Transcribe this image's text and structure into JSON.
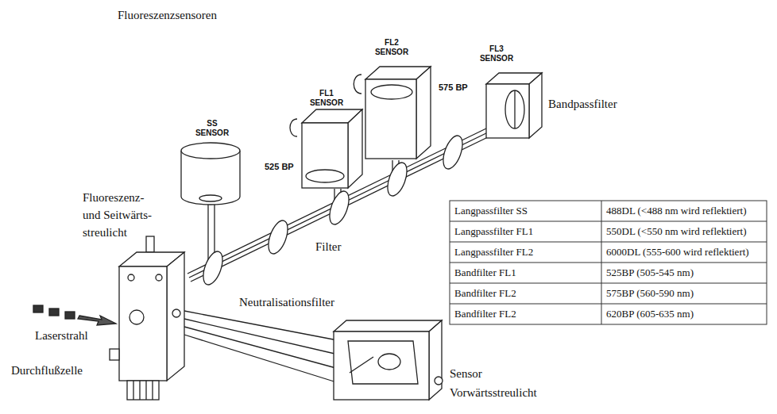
{
  "diagram": {
    "labels": [
      "Fluoreszenzsensoren",
      "FL2 SENSOR",
      "FL3 SENSOR",
      "FL1 SENSOR",
      "575 BP",
      "Bandpassfilter",
      "SS SENSOR",
      "525 BP",
      "Fluoreszenz- und Seitwärts- streulicht",
      "Filter",
      "Langpassfilter SS",
      "488DL (<488 nm wird reflektiert)",
      "Langpassfilter FL1",
      "550DL (<550 nm wird reflektiert)",
      "Langpassfilter FL2",
      "6000DL (555-600 wird reflektiert)",
      "Bandfilter FL1",
      "525BP (505-545 nm)",
      "Bandfilter FL2",
      "575BP (560-590 nm)",
      "Bandfilter FL2",
      "620BP (605-635 nm)",
      "Neutralisationsfilter",
      "Laserstrahl",
      "Durchflußzelle",
      "Sensor",
      "Vorwärtsstreulicht"
    ]
  }
}
